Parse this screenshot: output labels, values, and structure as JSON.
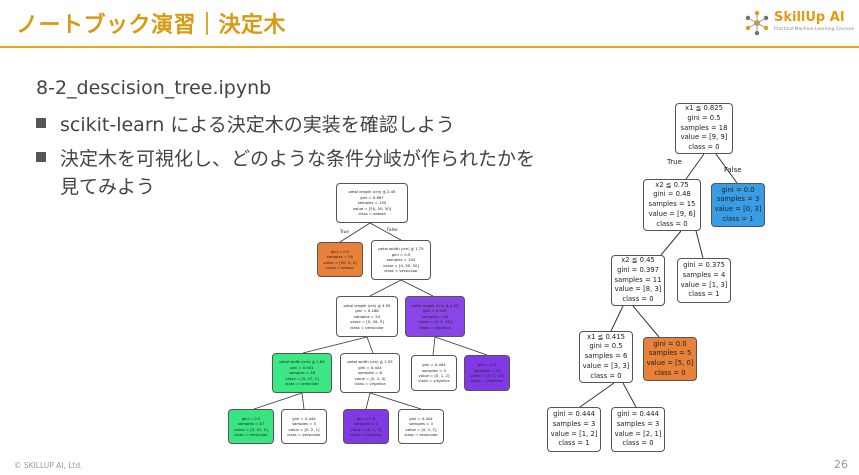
{
  "header": {
    "title": "ノートブック演習｜決定木",
    "logo_name": "SkillUp AI",
    "logo_tagline": "Practical Machine Learning Courses"
  },
  "content": {
    "notebook": "8-2_descision_tree.ipynb",
    "bullets": [
      "scikit-learn による決定木の実装を確認しよう",
      "決定木を可視化し、どのような条件分岐が作られたかを"
    ],
    "bullet_continuation": "見てみよう"
  },
  "iris_tree": {
    "true_label": "True",
    "false_label": "False",
    "nodes": [
      {
        "lines": [
          "petal length (cm) ≦ 2.45",
          "gini = 0.667",
          "samples = 150",
          "value = [50, 50, 50]",
          "class = setosa"
        ]
      },
      {
        "lines": [
          "gini = 0.0",
          "samples = 50",
          "value = [50, 0, 0]",
          "class = setosa"
        ]
      },
      {
        "lines": [
          "petal width (cm) ≦ 1.75",
          "gini = 0.5",
          "samples = 100",
          "value = [0, 50, 50]",
          "class = versicolor"
        ]
      },
      {
        "lines": [
          "petal length (cm) ≦ 4.95",
          "gini = 0.168",
          "samples = 54",
          "value = [0, 49, 5]",
          "class = versicolor"
        ]
      },
      {
        "lines": [
          "petal length (cm) ≦ 4.85",
          "gini = 0.043",
          "samples = 46",
          "value = [0, 1, 45]",
          "class = virginica"
        ]
      },
      {
        "lines": [
          "petal width (cm) ≦ 1.65",
          "gini = 0.041",
          "samples = 48",
          "value = [0, 47, 1]",
          "class = versicolor"
        ]
      },
      {
        "lines": [
          "petal width (cm) ≦ 1.55",
          "gini = 0.444",
          "samples = 6",
          "value = [0, 2, 4]",
          "class = virginica"
        ]
      },
      {
        "lines": [
          "gini = 0.444",
          "samples = 3",
          "value = [0, 1, 2]",
          "class = virginica"
        ]
      },
      {
        "lines": [
          "gini = 0.0",
          "samples = 43",
          "value = [0, 0, 43]",
          "class = virginica"
        ]
      },
      {
        "lines": [
          "gini = 0.0",
          "samples = 47",
          "value = [0, 47, 0]",
          "class = versicolor"
        ]
      },
      {
        "lines": [
          "gini = 0.444",
          "samples = 3",
          "value = [0, 2, 1]",
          "class = versicolor"
        ]
      },
      {
        "lines": [
          "gini = 0.0",
          "samples = 3",
          "value = [0, 0, 3]",
          "class = virginica"
        ]
      },
      {
        "lines": [
          "gini = 0.444",
          "samples = 3",
          "value = [0, 2, 1]",
          "class = versicolor"
        ]
      }
    ]
  },
  "xy_tree": {
    "true_label": "True",
    "false_label": "False",
    "nodes": [
      {
        "lines": [
          "x1 ≦ 0.825",
          "gini = 0.5",
          "samples = 18",
          "value = [9, 9]",
          "class = 0"
        ]
      },
      {
        "lines": [
          "x2 ≦ 0.75",
          "gini = 0.48",
          "samples = 15",
          "value = [9, 6]",
          "class = 0"
        ]
      },
      {
        "lines": [
          "gini = 0.0",
          "samples = 3",
          "value = [0, 3]",
          "class = 1"
        ]
      },
      {
        "lines": [
          "x2 ≦ 0.45",
          "gini = 0.397",
          "samples = 11",
          "value = [8, 3]",
          "class = 0"
        ]
      },
      {
        "lines": [
          "gini = 0.375",
          "samples = 4",
          "value = [1, 3]",
          "class = 1"
        ]
      },
      {
        "lines": [
          "x1 ≦ 0.415",
          "gini = 0.5",
          "samples = 6",
          "value = [3, 3]",
          "class = 0"
        ]
      },
      {
        "lines": [
          "gini = 0.0",
          "samples = 5",
          "value = [5, 0]",
          "class = 0"
        ]
      },
      {
        "lines": [
          "gini = 0.444",
          "samples = 3",
          "value = [1, 2]",
          "class = 1"
        ]
      },
      {
        "lines": [
          "gini = 0.444",
          "samples = 3",
          "value = [2, 1]",
          "class = 0"
        ]
      }
    ]
  },
  "colors": {
    "accent": "#d89a12",
    "orange_node": "#e8813a",
    "green_node": "#39e581",
    "purple_node": "#8139e5",
    "blue_node": "#399de5"
  },
  "footer": {
    "copyright": "© SKILLUP AI, Ltd.",
    "page": "26"
  }
}
